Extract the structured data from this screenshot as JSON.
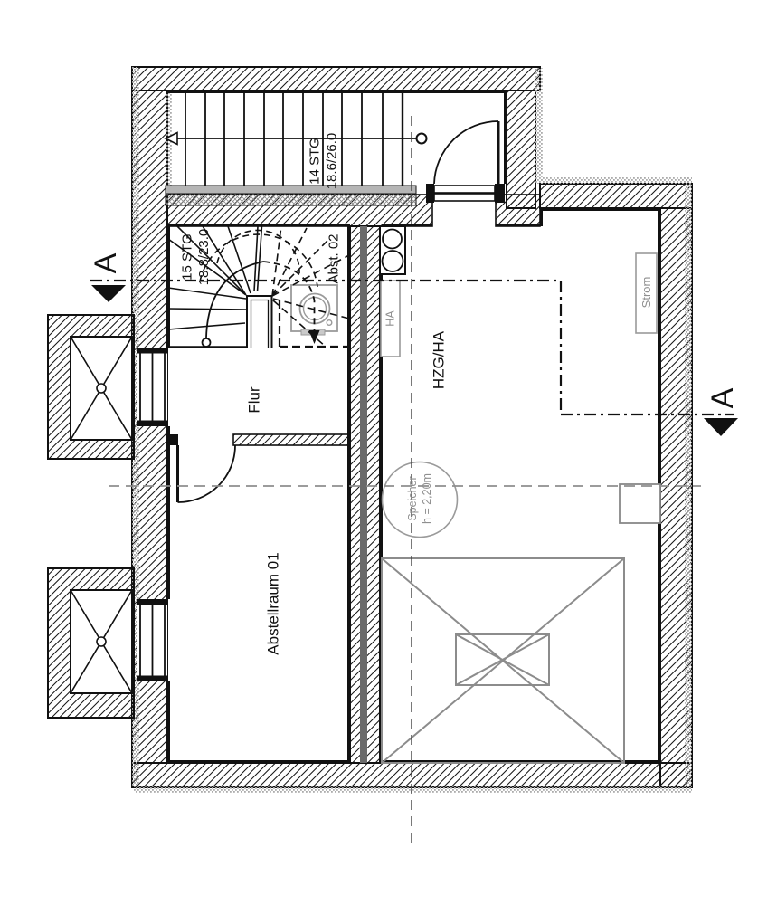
{
  "rooms": {
    "flur": "Flur",
    "abstellraum_01": "Abstellraum 01",
    "abst_02": "Abst. 02",
    "hzg_ha": "HZG/HA"
  },
  "stairs": {
    "upper": {
      "count_label": "14 STG",
      "dims": "18.6/26.0"
    },
    "lower": {
      "count_label": "15 STG",
      "dims": "18.8/23.0"
    }
  },
  "labels": {
    "ha": "HA",
    "strom": "Strom",
    "speicher": {
      "line1": "Speicher",
      "line2": "h = 2,20m"
    }
  },
  "section": {
    "left_letter": "A",
    "right_letter": "A"
  },
  "colors": {
    "line": "#111111",
    "gray": "#8f8f8f",
    "stripe": "#6a6a6a"
  }
}
